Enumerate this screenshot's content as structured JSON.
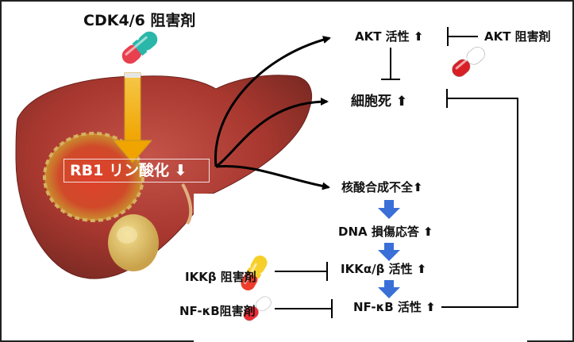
{
  "drug_top": {
    "label": "CDK4/6 阻害剤",
    "capsule_colors": [
      "#e8404e",
      "#2ab7a9"
    ]
  },
  "liver": {
    "phospho_label": "RB1 リン酸化 ⬇",
    "arrow_color": "#f0b400"
  },
  "akt": {
    "label": "AKT 活性 ⬆",
    "inhibitor_label": "AKT 阻害剤",
    "capsule_colors": [
      "#d81f26",
      "#ffffff"
    ]
  },
  "cell_death": {
    "label": "細胞死 ⬆"
  },
  "pathway": {
    "nucleotide": "核酸合成不全⬆",
    "dna_damage": "DNA 損傷応答 ⬆",
    "ikk": "IKKα/β 活性 ⬆",
    "nfkb": "NF-κB 活性 ⬆",
    "arrow_color": "#3a6fd8"
  },
  "inhibitors": {
    "ikk": {
      "label": "IKKβ 阻害剤",
      "capsule_colors": [
        "#ef3d2b",
        "#f6d02a"
      ]
    },
    "nfkb": {
      "label": "NF-κB阻害剤",
      "capsule_colors": [
        "#ee2b33",
        "#ffffff"
      ]
    }
  }
}
